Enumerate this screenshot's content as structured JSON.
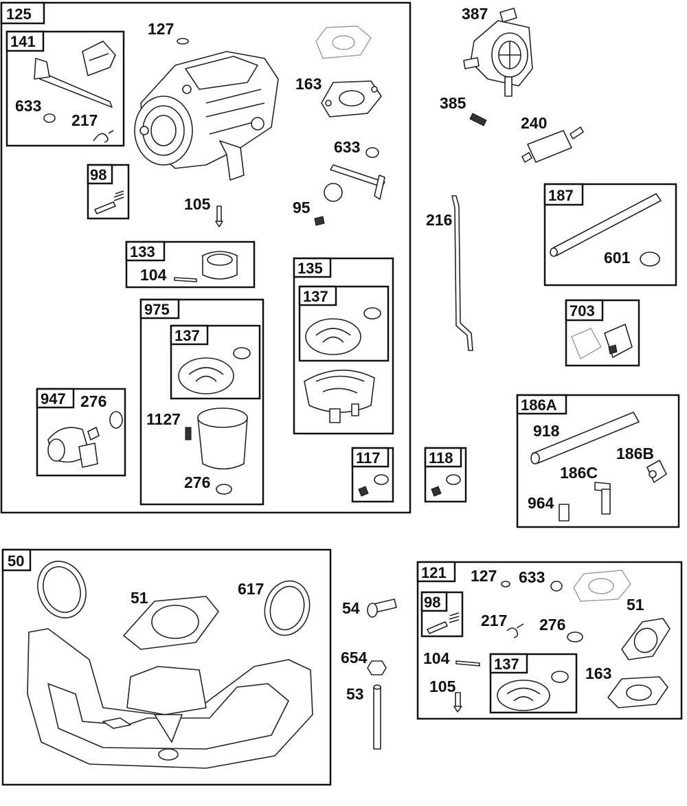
{
  "groups": {
    "g125": "125",
    "g141": "141",
    "g98a": "98",
    "g133": "133",
    "g975": "975",
    "g137a": "137",
    "g135": "135",
    "g137b": "137",
    "g947": "947",
    "g117": "117",
    "g118": "118",
    "g187": "187",
    "g703": "703",
    "g186A": "186A",
    "g50": "50",
    "g121": "121",
    "g98b": "98",
    "g137c": "137"
  },
  "labels": {
    "l127a": "127",
    "l163a": "163",
    "l633a": "633",
    "l217a": "217",
    "l105a": "105",
    "l633b": "633",
    "l95": "95",
    "l104a": "104",
    "l276a": "276",
    "l1127": "1127",
    "l276b": "276",
    "l387": "387",
    "l385": "385",
    "l240": "240",
    "l216": "216",
    "l601": "601",
    "l918": "918",
    "l186B": "186B",
    "l186C": "186C",
    "l964": "964",
    "l51a": "51",
    "l617": "617",
    "l54": "54",
    "l654": "654",
    "l53": "53",
    "l127b": "127",
    "l633c": "633",
    "l217b": "217",
    "l276c": "276",
    "l51b": "51",
    "l104b": "104",
    "l105b": "105",
    "l163b": "163"
  }
}
